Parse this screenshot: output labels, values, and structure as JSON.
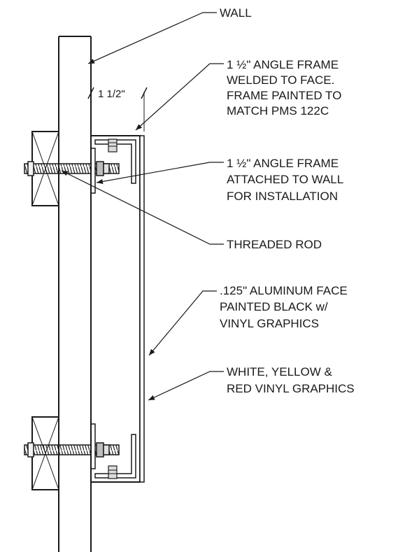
{
  "dimension": {
    "text": "1 1/2\""
  },
  "callouts": [
    {
      "id": "wall",
      "lines": [
        "WALL"
      ]
    },
    {
      "id": "welded-frame",
      "lines": [
        "1 ½\" ANGLE FRAME",
        "WELDED TO FACE.",
        "FRAME PAINTED TO",
        "MATCH PMS 122C"
      ]
    },
    {
      "id": "wall-frame",
      "lines": [
        "1 ½\" ANGLE FRAME",
        "ATTACHED TO WALL",
        "FOR INSTALLATION"
      ]
    },
    {
      "id": "threaded-rod",
      "lines": [
        "THREADED ROD"
      ]
    },
    {
      "id": "aluminum-face",
      "lines": [
        ".125\" ALUMINUM FACE",
        "PAINTED BLACK w/",
        "VINYL GRAPHICS"
      ]
    },
    {
      "id": "vinyl-graphics",
      "lines": [
        "WHITE, YELLOW &",
        "RED VINYL GRAPHICS"
      ]
    }
  ]
}
